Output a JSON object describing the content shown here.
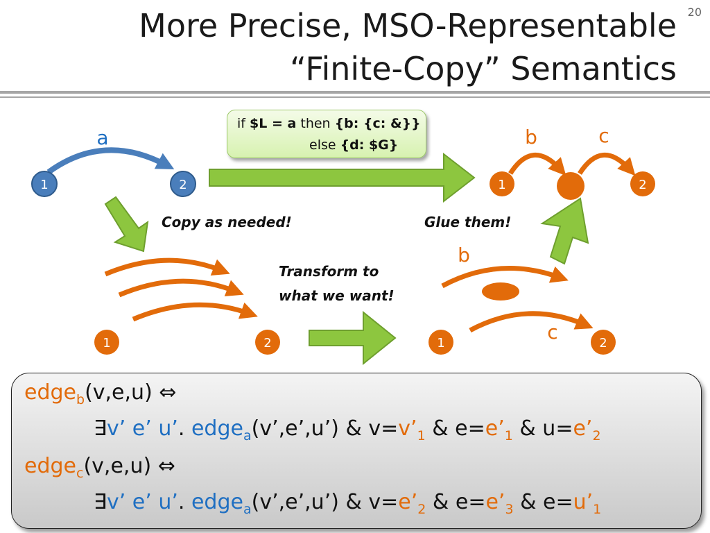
{
  "title": {
    "line1": "More Precise, MSO-Representable",
    "line2": "“Finite-Copy” Semantics"
  },
  "slide_number": "20",
  "colors": {
    "orange": "#e26b0a",
    "blue": "#1f6fc2",
    "green_arrow": "#8dc63f",
    "node_blue": "#4a7ebb"
  },
  "input_graph": {
    "edge_label": "a",
    "node_left": "1",
    "node_right": "2"
  },
  "code_box": {
    "kw_if": "if",
    "cond": "$L = a",
    "kw_then": "then",
    "then_expr": "{b: {c: &}}",
    "kw_else": "else",
    "else_expr": "{d: $G}"
  },
  "captions": {
    "copy": "Copy as needed!",
    "transform_line1": "Transform to",
    "transform_line2": "what we want!",
    "glue": "Glue them!"
  },
  "copies_graph": {
    "node_left": "1",
    "node_right": "2"
  },
  "transformed_graph": {
    "label_b": "b",
    "label_c": "c",
    "node_left": "1",
    "node_right": "2"
  },
  "output_graph": {
    "label_b": "b",
    "label_c": "c",
    "node_left": "1",
    "node_right": "2"
  },
  "formulas": {
    "line1": {
      "edge": "edge",
      "sub": "b",
      "args": "(v,e,u) ⇔"
    },
    "line2": {
      "exists": "∃",
      "vars": "v’ e’ u’",
      "dot": ".",
      "space": " ",
      "edge": "edge",
      "sub": "a",
      "args": "(v’,e’,u’) & v=",
      "r1": "v’",
      "r1sub": "1",
      "mid1": " & e=",
      "r2": "e’",
      "r2sub": "1",
      "mid2": " & u=",
      "r3": "e’",
      "r3sub": "2"
    },
    "line3": {
      "edge": "edge",
      "sub": "c",
      "args": "(v,e,u) ⇔"
    },
    "line4": {
      "exists": "∃",
      "vars": "v’ e’ u’",
      "dot": ".",
      "space": " ",
      "edge": "edge",
      "sub": "a",
      "args": "(v’,e’,u’) & v=",
      "r1": "e’",
      "r1sub": "2",
      "mid1": " & e=",
      "r2": "e’",
      "r2sub": "3",
      "mid2": " & e=",
      "r3": "u’",
      "r3sub": "1"
    }
  }
}
